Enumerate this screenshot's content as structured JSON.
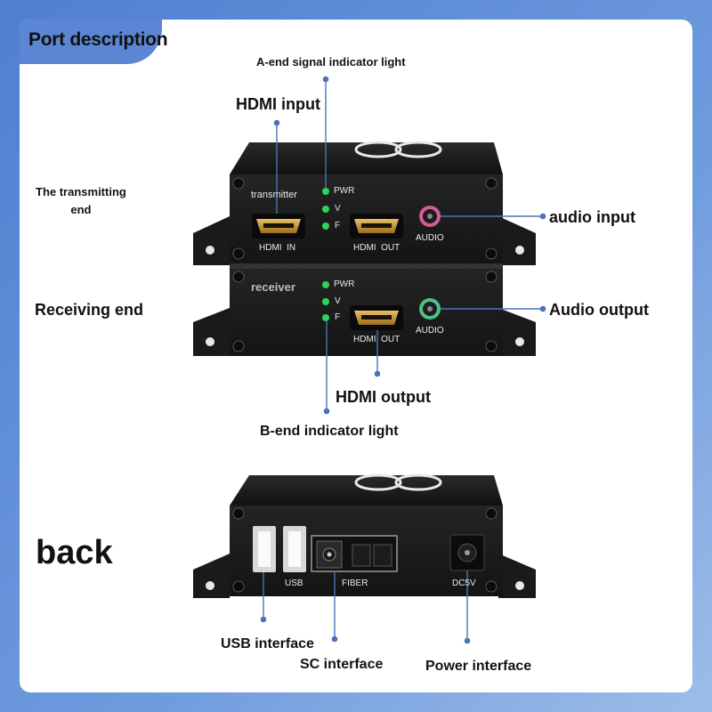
{
  "title": "Port description",
  "callouts": {
    "a_end_light": "A-end signal indicator light",
    "hdmi_input": "HDMI input",
    "transmitting_end": "The transmitting\nend",
    "receiving_end": "Receiving end",
    "audio_input": "audio input",
    "audio_output": "Audio output",
    "hdmi_output": "HDMI output",
    "b_end_light": "B-end indicator light",
    "back": "back",
    "usb_interface": "USB interface",
    "sc_interface": "SC interface",
    "power_interface": "Power interface"
  },
  "transmitter_panel": {
    "name": "transmitter",
    "leds": [
      "PWR",
      "V",
      "F"
    ],
    "hdmi_in": "HDMI  IN",
    "hdmi_out": "HDMI  OUT",
    "audio": "AUDIO"
  },
  "receiver_panel": {
    "name": "receiver",
    "leds": [
      "PWR",
      "V",
      "F"
    ],
    "hdmi_out": "HDMI  OUT",
    "audio": "AUDIO"
  },
  "back_panel": {
    "usb": "USB",
    "fiber": "FIBER",
    "dc": "DC5V"
  },
  "colors": {
    "accent": "#5b86d3",
    "led_green": "#2fd35a",
    "hdmi_gold": "#c89a3c",
    "audio_in_ring": "#e06aa5",
    "audio_out_ring": "#55c98a",
    "callout_line": "#4a74b8"
  }
}
